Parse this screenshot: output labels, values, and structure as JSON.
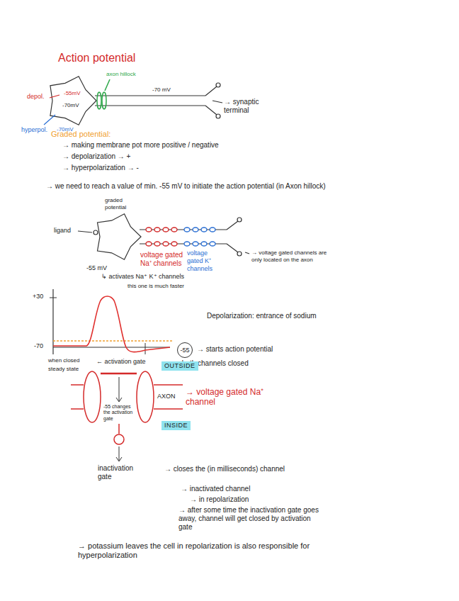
{
  "diagram": {
    "title": "Action potential",
    "nodes": [
      {
        "text": [
          "OUTSIDE"
        ]
      },
      {
        "text": [
          "INSIDE"
        ]
      },
      {
        "text": [
          "-55"
        ]
      }
    ],
    "labels": [
      "axon hillock",
      "depol.",
      "-55mV",
      "-70mV",
      "hyperpol.",
      "-70mV",
      "-70 mV",
      "→ synaptic terminal",
      "Graded potential:",
      "→ making membrane pot more positive / negative",
      "→ depolarization → +",
      "→ hyperpolarization → -",
      "→ we need to reach a value of min. -55 mV to initiate the action potential (in Axon hillock)",
      "ligand",
      "graded potential",
      "voltage gated Na⁺ channels",
      "voltage gated K⁺ channels",
      "→ voltage gated channels are only located on the axon",
      "-55 mV",
      "↳ activates Na⁺ K⁺ channels",
      "this one is much faster",
      "+30",
      "-70",
      "Depolarization: entrance of sodium",
      "→ starts action potential",
      "→ both channels closed",
      "when closed",
      "steady state",
      "← activation gate",
      "AXON",
      "→ voltage gated Na⁺ channel",
      "-55 changes the activation gate",
      "inactivation gate",
      "→ closes the (in milliseconds) channel",
      "→ inactivated channel",
      "→ in repolarization",
      "→ after some time the inactivation gate goes away, channel will get closed by activation gate",
      "→ potassium leaves the cell in repolarization is also responsible for hyperpolarization"
    ]
  }
}
